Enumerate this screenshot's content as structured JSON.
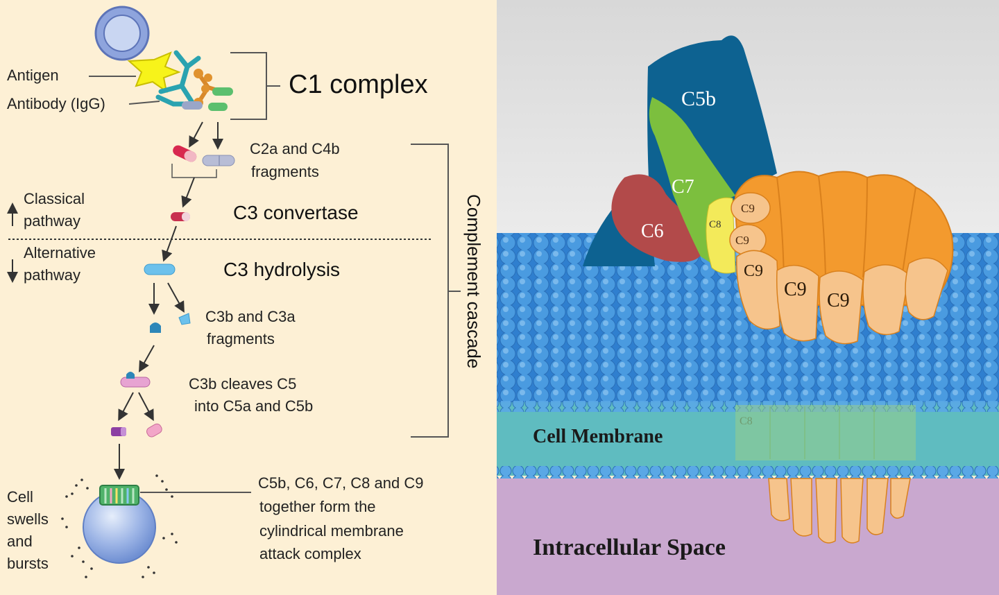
{
  "left": {
    "c1": {
      "antigen": "Antigen",
      "antibody": "Antibody (IgG)",
      "complex": "C1 complex"
    },
    "steps": {
      "c2a_c4b_line1": "C2a and C4b",
      "c2a_c4b_line2": "fragments",
      "c3_convertase": "C3 convertase",
      "c3_hydrolysis": "C3 hydrolysis",
      "c3b_c3a_line1": "C3b and C3a",
      "c3b_c3a_line2": "fragments",
      "cleave_line1": "C3b cleaves C5",
      "cleave_line2": "into C5a and C5b",
      "mac_line1": "C5b, C6, C7, C8 and C9",
      "mac_line2": "together form the",
      "mac_line3": "cylindrical membrane",
      "mac_line4": "attack complex"
    },
    "pathways": {
      "classical_line1": "Classical",
      "classical_line2": "pathway",
      "alternative_line1": "Alternative",
      "alternative_line2": "pathway"
    },
    "bursts": {
      "line1": "Cell",
      "line2": "swells",
      "line3": "and",
      "line4": "bursts"
    },
    "cascade_label": "Complement cascade"
  },
  "right": {
    "proteins": {
      "c5b": "C5b",
      "c6": "C6",
      "c7": "C7",
      "c8": "C8",
      "c9": "C9"
    },
    "cell_membrane": "Cell Membrane",
    "intracellular": "Intracellular Space"
  },
  "colors": {
    "left_bg": "#fdf0d5",
    "membrane_blue": "#3d8fd6",
    "c5b": "#0d6291",
    "c6": "#b24a4a",
    "c7": "#7cbf3e",
    "c8": "#f3ea5a",
    "c9_dark": "#f39a2e",
    "c9_light": "#f6c48c",
    "intracellular": "#c9a8cf",
    "membrane_band": "#5fbcc0"
  }
}
